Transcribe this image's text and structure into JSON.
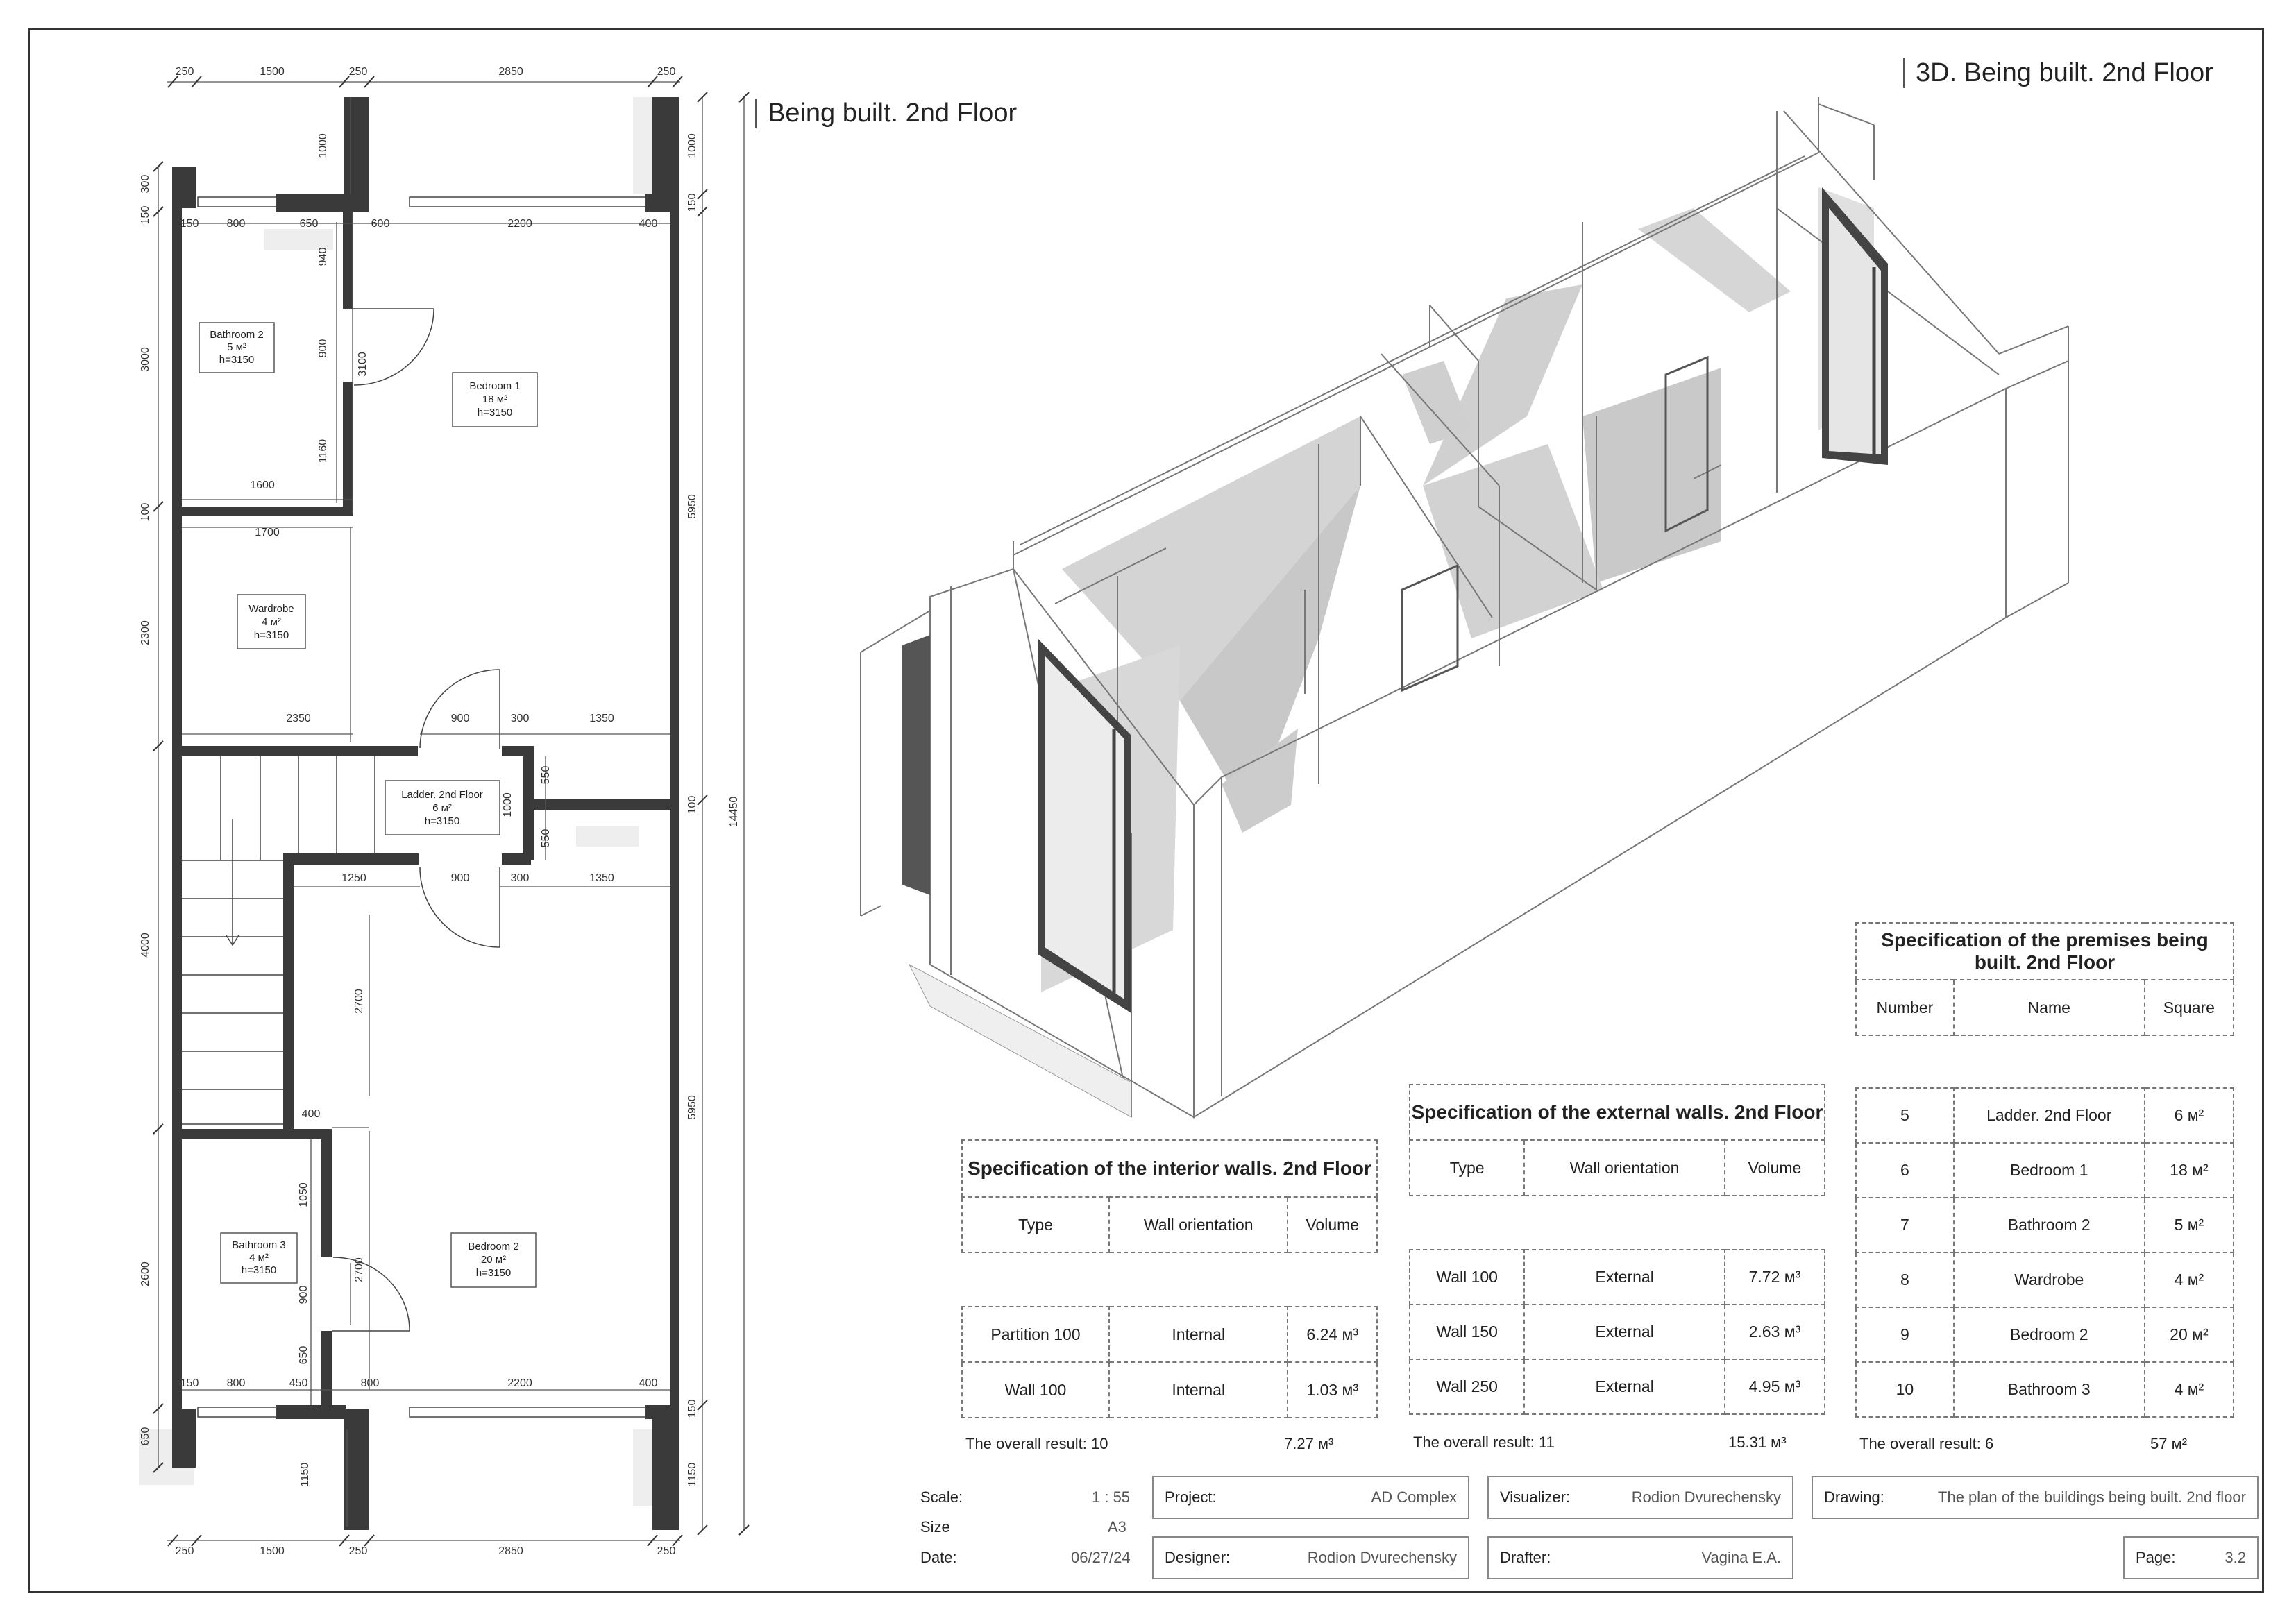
{
  "floor_plan": {
    "title": "Being built. 2nd Floor",
    "rooms": [
      {
        "name": "Bathroom 2",
        "area": "5 м²",
        "height": "h=3150"
      },
      {
        "name": "Bedroom 1",
        "area": "18 м²",
        "height": "h=3150"
      },
      {
        "name": "Wardrobe",
        "area": "4 м²",
        "height": "h=3150"
      },
      {
        "name": "Ladder. 2nd Floor",
        "area": "6 м²",
        "height": "h=3150"
      },
      {
        "name": "Bathroom 3",
        "area": "4 м²",
        "height": "h=3150"
      },
      {
        "name": "Bedroom 2",
        "area": "20 м²",
        "height": "h=3150"
      }
    ],
    "dims_top": [
      "250",
      "1500",
      "250",
      "2850",
      "250"
    ],
    "dims_bottom": [
      "250",
      "1500",
      "250",
      "2850",
      "250"
    ],
    "dims_inner_top": [
      "150",
      "800",
      "650",
      "600",
      "2200",
      "400"
    ],
    "dims_inner_bottom": [
      "150",
      "800",
      "450",
      "800",
      "2200",
      "400"
    ],
    "dims_left": [
      "150",
      "300",
      "3000",
      "100",
      "2300",
      "4000",
      "2600",
      "650"
    ],
    "dims_right": [
      "1000",
      "150",
      "5950",
      "100",
      "5950",
      "150",
      "1150"
    ],
    "dims_total": "14450",
    "dims_misc": [
      "1000",
      "940",
      "900",
      "3100",
      "1160",
      "1600",
      "1700",
      "2350",
      "900",
      "300",
      "1350",
      "550",
      "1000",
      "550",
      "1250",
      "900",
      "300",
      "1350",
      "2700",
      "400",
      "1050",
      "900",
      "2700",
      "650",
      "1150"
    ]
  },
  "view3d": {
    "title": "3D. Being built. 2nd Floor"
  },
  "interior_walls": {
    "title": "Specification of the interior walls. 2nd Floor",
    "headers": [
      "Type",
      "Wall orientation",
      "Volume"
    ],
    "rows": [
      [
        "Partition 100",
        "Internal",
        "6.24 м³"
      ],
      [
        "Wall 100",
        "Internal",
        "1.03 м³"
      ]
    ],
    "total_label": "The overall result: 10",
    "total_value": "7.27 м³"
  },
  "external_walls": {
    "title": "Specification of the external walls. 2nd Floor",
    "headers": [
      "Type",
      "Wall orientation",
      "Volume"
    ],
    "rows": [
      [
        "Wall 100",
        "External",
        "7.72 м³"
      ],
      [
        "Wall 150",
        "External",
        "2.63 м³"
      ],
      [
        "Wall 250",
        "External",
        "4.95 м³"
      ]
    ],
    "total_label": "The overall result: 11",
    "total_value": "15.31 м³"
  },
  "premises": {
    "title": "Specification of the premises being built. 2nd Floor",
    "headers": [
      "Number",
      "Name",
      "Square"
    ],
    "rows": [
      [
        "5",
        "Ladder. 2nd Floor",
        "6 м²"
      ],
      [
        "6",
        "Bedroom 1",
        "18 м²"
      ],
      [
        "7",
        "Bathroom 2",
        "5 м²"
      ],
      [
        "8",
        "Wardrobe",
        "4 м²"
      ],
      [
        "9",
        "Bedroom 2",
        "20 м²"
      ],
      [
        "10",
        "Bathroom 3",
        "4 м²"
      ]
    ],
    "total_label": "The overall result: 6",
    "total_value": "57 м²"
  },
  "title_block": {
    "scale_label": "Scale:",
    "scale": "1 : 55",
    "size_label": "Size",
    "size": "A3",
    "date_label": "Date:",
    "date": "06/27/24",
    "project_label": "Project:",
    "project": "AD Complex",
    "visualizer_label": "Visualizer:",
    "visualizer": "Rodion Dvurechensky",
    "drawing_label": "Drawing:",
    "drawing": "The plan of the buildings being built. 2nd floor",
    "designer_label": "Designer:",
    "designer": "Rodion Dvurechensky",
    "drafter_label": "Drafter:",
    "drafter": "Vagina E.A.",
    "page_label": "Page:",
    "page": "3.2"
  }
}
